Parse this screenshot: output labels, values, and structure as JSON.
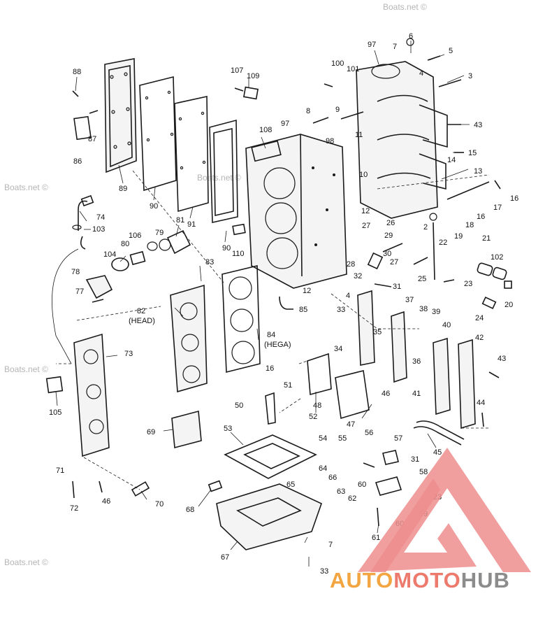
{
  "watermarks": [
    "Boats.net ©",
    "Boats.net ©",
    "Boats.net ©",
    "Boats.net ©",
    "Boats.net ©"
  ],
  "callouts": [
    {
      "id": "p88",
      "text": "88"
    },
    {
      "id": "p87",
      "text": "87"
    },
    {
      "id": "p86",
      "text": "86"
    },
    {
      "id": "p89",
      "text": "89"
    },
    {
      "id": "p90a",
      "text": "90"
    },
    {
      "id": "p91",
      "text": "91"
    },
    {
      "id": "p90b",
      "text": "90"
    },
    {
      "id": "p107",
      "text": "107"
    },
    {
      "id": "p109",
      "text": "109"
    },
    {
      "id": "p108",
      "text": "108"
    },
    {
      "id": "p97a",
      "text": "97"
    },
    {
      "id": "p97b",
      "text": "97"
    },
    {
      "id": "p6",
      "text": "6"
    },
    {
      "id": "p7a",
      "text": "7"
    },
    {
      "id": "p5",
      "text": "5"
    },
    {
      "id": "p4a",
      "text": "4"
    },
    {
      "id": "p3",
      "text": "3"
    },
    {
      "id": "p100",
      "text": "100"
    },
    {
      "id": "p101",
      "text": "101"
    },
    {
      "id": "p8",
      "text": "8"
    },
    {
      "id": "p9",
      "text": "9"
    },
    {
      "id": "p43a",
      "text": "43"
    },
    {
      "id": "p11",
      "text": "11"
    },
    {
      "id": "p98",
      "text": "98"
    },
    {
      "id": "p15",
      "text": "15"
    },
    {
      "id": "p10",
      "text": "10"
    },
    {
      "id": "p14",
      "text": "14"
    },
    {
      "id": "p13",
      "text": "13"
    },
    {
      "id": "p16a",
      "text": "16"
    },
    {
      "id": "p17",
      "text": "17"
    },
    {
      "id": "p16b",
      "text": "16"
    },
    {
      "id": "p18",
      "text": "18"
    },
    {
      "id": "p12a",
      "text": "12"
    },
    {
      "id": "p74",
      "text": "74"
    },
    {
      "id": "p103",
      "text": "103"
    },
    {
      "id": "p81",
      "text": "81"
    },
    {
      "id": "p79",
      "text": "79"
    },
    {
      "id": "p106",
      "text": "106"
    },
    {
      "id": "p80",
      "text": "80"
    },
    {
      "id": "p110",
      "text": "110"
    },
    {
      "id": "p104",
      "text": "104"
    },
    {
      "id": "p27a",
      "text": "27"
    },
    {
      "id": "p26",
      "text": "26"
    },
    {
      "id": "p2",
      "text": "2"
    },
    {
      "id": "p19",
      "text": "19"
    },
    {
      "id": "p22",
      "text": "22"
    },
    {
      "id": "p21",
      "text": "21"
    },
    {
      "id": "p29",
      "text": "29"
    },
    {
      "id": "p30",
      "text": "30"
    },
    {
      "id": "p28",
      "text": "28"
    },
    {
      "id": "p27b",
      "text": "27"
    },
    {
      "id": "p102",
      "text": "102"
    },
    {
      "id": "p78",
      "text": "78"
    },
    {
      "id": "p83",
      "text": "83"
    },
    {
      "id": "p32",
      "text": "32"
    },
    {
      "id": "p25",
      "text": "25"
    },
    {
      "id": "p31a",
      "text": "31"
    },
    {
      "id": "p23a",
      "text": "23"
    },
    {
      "id": "p20",
      "text": "20"
    },
    {
      "id": "p77",
      "text": "77"
    },
    {
      "id": "p12b",
      "text": "12"
    },
    {
      "id": "p4b",
      "text": "4"
    },
    {
      "id": "p85",
      "text": "85"
    },
    {
      "id": "p33a",
      "text": "33"
    },
    {
      "id": "p37",
      "text": "37"
    },
    {
      "id": "p38",
      "text": "38"
    },
    {
      "id": "p39",
      "text": "39"
    },
    {
      "id": "p24",
      "text": "24"
    },
    {
      "id": "p82",
      "text": "82"
    },
    {
      "id": "p82s",
      "text": "(HEAD)"
    },
    {
      "id": "p40",
      "text": "40"
    },
    {
      "id": "p35",
      "text": "35"
    },
    {
      "id": "p84",
      "text": "84"
    },
    {
      "id": "p84s",
      "text": "(HEGA)"
    },
    {
      "id": "p42",
      "text": "42"
    },
    {
      "id": "p34",
      "text": "34"
    },
    {
      "id": "p73",
      "text": "73"
    },
    {
      "id": "p36",
      "text": "36"
    },
    {
      "id": "p43b",
      "text": "43"
    },
    {
      "id": "p16c",
      "text": "16"
    },
    {
      "id": "p51",
      "text": "51"
    },
    {
      "id": "p46a",
      "text": "46"
    },
    {
      "id": "p41",
      "text": "41"
    },
    {
      "id": "p48",
      "text": "48"
    },
    {
      "id": "p50",
      "text": "50"
    },
    {
      "id": "p105",
      "text": "105"
    },
    {
      "id": "p44",
      "text": "44"
    },
    {
      "id": "p52",
      "text": "52"
    },
    {
      "id": "p47",
      "text": "47"
    },
    {
      "id": "p69",
      "text": "69"
    },
    {
      "id": "p53",
      "text": "53"
    },
    {
      "id": "p56",
      "text": "56"
    },
    {
      "id": "p45",
      "text": "45"
    },
    {
      "id": "p54",
      "text": "54"
    },
    {
      "id": "p55",
      "text": "55"
    },
    {
      "id": "p57",
      "text": "57"
    },
    {
      "id": "p31b",
      "text": "31"
    },
    {
      "id": "p64",
      "text": "64"
    },
    {
      "id": "p71",
      "text": "71"
    },
    {
      "id": "p58",
      "text": "58"
    },
    {
      "id": "p66",
      "text": "66"
    },
    {
      "id": "p65",
      "text": "65"
    },
    {
      "id": "p60a",
      "text": "60"
    },
    {
      "id": "p63",
      "text": "63"
    },
    {
      "id": "p23b",
      "text": "23"
    },
    {
      "id": "p62",
      "text": "62"
    },
    {
      "id": "p72",
      "text": "72"
    },
    {
      "id": "p46b",
      "text": "46"
    },
    {
      "id": "p70",
      "text": "70"
    },
    {
      "id": "p68",
      "text": "68"
    },
    {
      "id": "p59",
      "text": "59"
    },
    {
      "id": "p60b",
      "text": "60"
    },
    {
      "id": "p61",
      "text": "61"
    },
    {
      "id": "p7b",
      "text": "7"
    },
    {
      "id": "p67",
      "text": "67"
    },
    {
      "id": "p33b",
      "text": "33"
    }
  ],
  "logo": {
    "part1": "AUTO",
    "part2": "MOTO",
    "part3": "HUB",
    "colors": {
      "triangle": "#ef8d8d",
      "auto": "#f2a540",
      "moto": "#ec7a6d",
      "hub": "#8c8c8c"
    }
  }
}
